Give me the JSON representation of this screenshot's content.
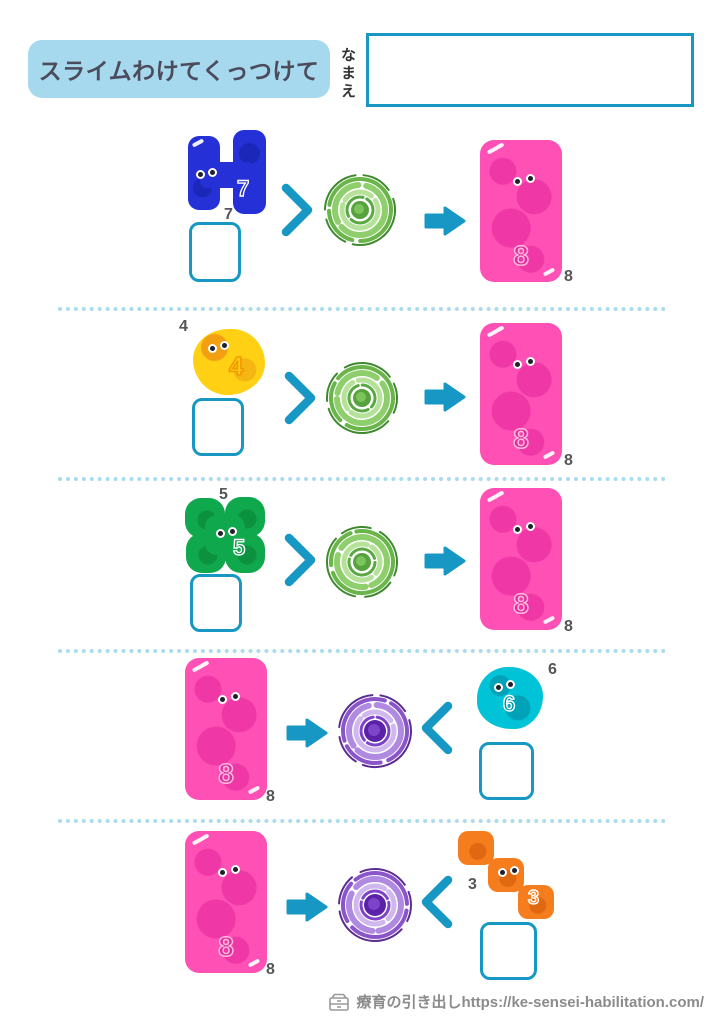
{
  "page": {
    "title": "スライムわけてくっつけて",
    "name_label": "なまえ",
    "footer": "療育の引き出しhttps://ke-sensei-habilitation.com/"
  },
  "colors": {
    "accent": "#1798c4",
    "badge": "#a7d9ee",
    "separator": "#aadcee",
    "slime_pink": "#ff50b5",
    "slime_blue": "#2531d6",
    "slime_yellow": "#ffd013",
    "slime_green": "#10a84d",
    "slime_cyan": "#00c3d8",
    "slime_orange": "#f67d1e",
    "portal_green": "#57a23d",
    "portal_purple": "#5b21a8",
    "label_color": "#555555"
  },
  "rows": [
    {
      "operation": "combine",
      "given": "7",
      "answer": "",
      "result": "8",
      "slime_color": "blue",
      "portal": "green"
    },
    {
      "operation": "combine",
      "given": "4",
      "answer": "",
      "result": "8",
      "slime_color": "yellow",
      "portal": "green"
    },
    {
      "operation": "combine",
      "given": "5",
      "answer": "",
      "result": "8",
      "slime_color": "green",
      "portal": "green"
    },
    {
      "operation": "split",
      "start": "8",
      "given": "6",
      "answer": "",
      "slime_color": "cyan",
      "portal": "purple"
    },
    {
      "operation": "split",
      "start": "8",
      "given": "3",
      "answer": "",
      "slime_color": "orange",
      "portal": "purple"
    }
  ]
}
